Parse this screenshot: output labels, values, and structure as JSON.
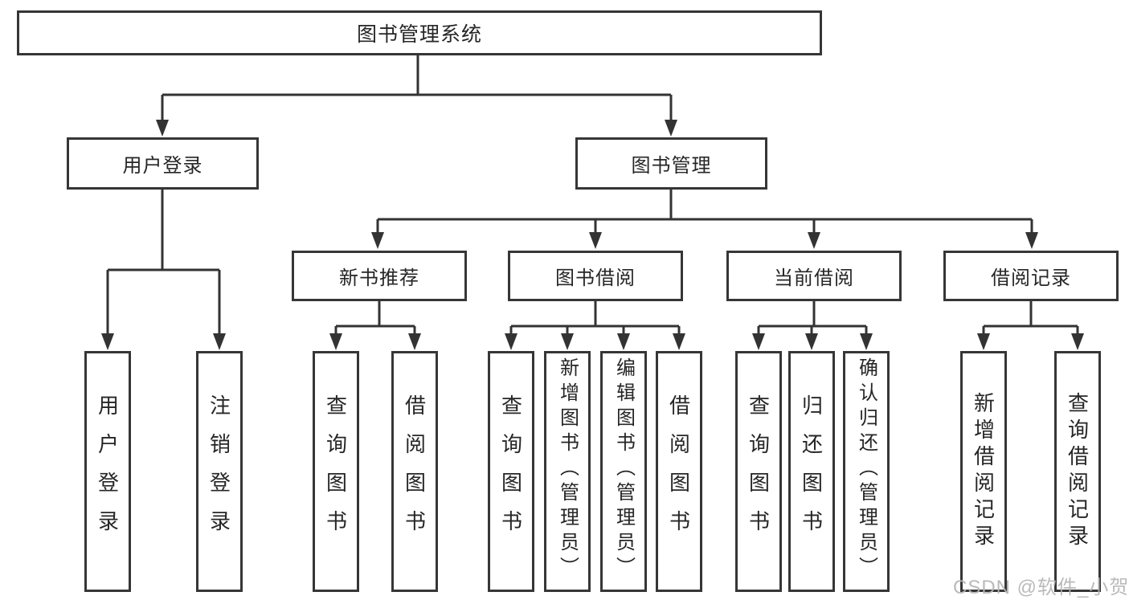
{
  "diagram_title": "图书管理系统",
  "colors": {
    "line": "#333333",
    "border": "#363636",
    "text": "#262626",
    "watermark": "#b5b5b5",
    "background": "#ffffff"
  },
  "tree": {
    "root": "图书管理系统",
    "branches": [
      {
        "label": "用户登录",
        "children": [
          "用户登录",
          "注销登录"
        ]
      },
      {
        "label": "图书管理",
        "groups": [
          {
            "label": "新书推荐",
            "children": [
              "查询图书",
              "借阅图书"
            ]
          },
          {
            "label": "图书借阅",
            "children": [
              "查询图书",
              "新增图书（管理员）",
              "编辑图书（管理员）",
              "借阅图书"
            ]
          },
          {
            "label": "当前借阅",
            "children": [
              "查询图书",
              "归还图书",
              "确认归还（管理员）"
            ]
          },
          {
            "label": "借阅记录",
            "children": [
              "新增借阅记录",
              "查询借阅记录"
            ]
          }
        ]
      }
    ]
  },
  "watermark": {
    "text": "CSDN @软件_小贺同学"
  }
}
